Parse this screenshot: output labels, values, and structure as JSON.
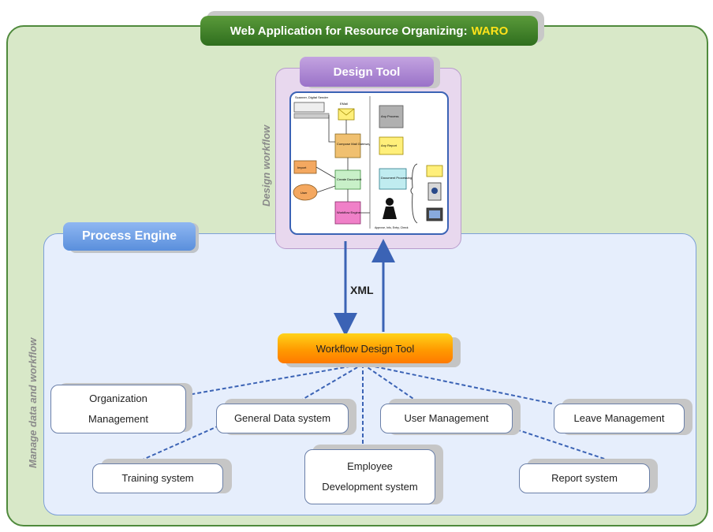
{
  "title": {
    "text": "Web Application for Resource Organizing: ",
    "accent": "WARO"
  },
  "design_tool": {
    "label": "Design Tool",
    "side_label": "Design workflow"
  },
  "process_engine": {
    "label": "Process Engine",
    "side_label": "Manage data and workflow"
  },
  "connector_label": "XML",
  "hub": "Workflow Design Tool",
  "workflow_image": {
    "labels": [
      "Scanner, Digital Sender",
      "EMail",
      "Compose Mail Gateway",
      "Import",
      "Create Document",
      "User",
      "Workflow Engine",
      "Any Process",
      "Any Report",
      "Document Processing",
      "Approve, Info, Entry, Check"
    ]
  },
  "modules": {
    "organization": {
      "line1": "Organization",
      "line2": "Management"
    },
    "general_data": "General Data system",
    "user_management": "User Management",
    "leave_management": "Leave Management",
    "training": "Training system",
    "employee_dev": {
      "line1": "Employee",
      "line2": "Development system"
    },
    "report": "Report system"
  },
  "colors": {
    "frame": "#4f8a3c",
    "title_accent": "#ffe21a",
    "connector": "#3b63b5",
    "hub": "#ff8a00"
  }
}
